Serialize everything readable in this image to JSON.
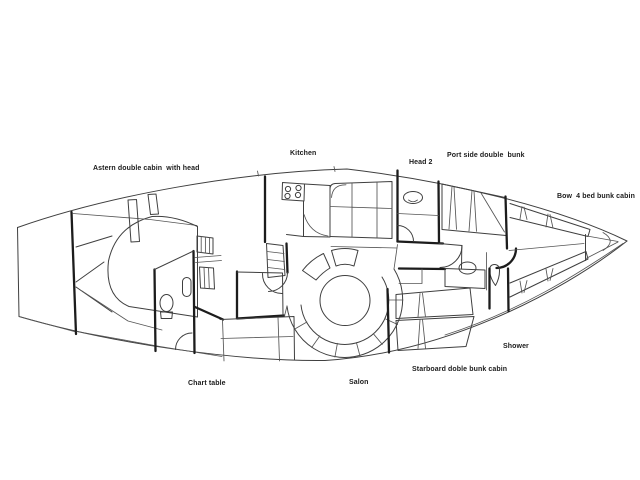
{
  "diagram": {
    "type": "boat-interior-floorplan",
    "labels": {
      "astern_cabin": "Astern double cabin  with head",
      "kitchen": "Kitchen",
      "head2": "Head 2",
      "port_bunk": "Port side double  bunk",
      "bow_cabin": "Bow  4 bed bunk cabin",
      "shower": "Shower",
      "starboard_cabin": "Starboard doble bunk cabin",
      "salon": "Salon",
      "chart_table": "Chart table"
    },
    "colors": {
      "ink": "#3f3f3f",
      "wall": "#1c1c1c",
      "background": "#ffffff"
    }
  }
}
